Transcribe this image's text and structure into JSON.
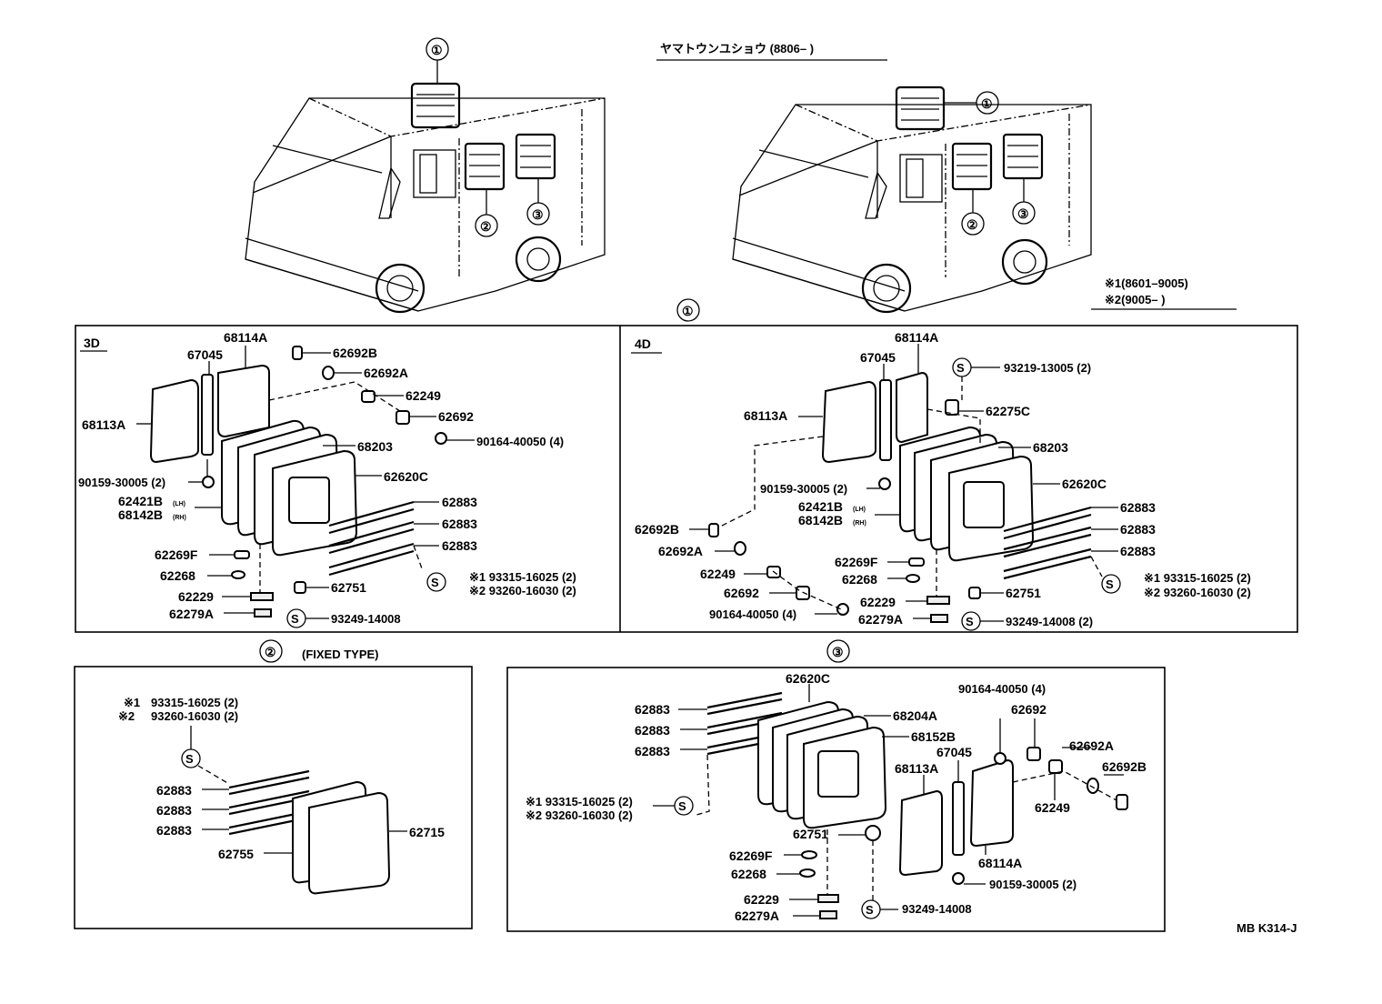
{
  "header": {
    "title": "ヤマトウンユショウ (8806–      )",
    "note1": "※1(8601–9005)",
    "note2": "※2(9005–        )",
    "footer_code": "MB K314-J"
  },
  "callouts": {
    "c1": "①",
    "c2": "②",
    "c3": "③",
    "s": "S"
  },
  "section1": {
    "callout": "①",
    "sub3d": {
      "tag": "3D",
      "labels": [
        "68114A",
        "67045",
        "68113A",
        "62692B",
        "62692A",
        "62249",
        "62692",
        "90164-40050 (4)",
        "68203",
        "62620C",
        "90159-30005 (2)",
        "62421B",
        "(LH)",
        "68142B",
        "(RH)",
        "62883",
        "62883",
        "62883",
        "62269F",
        "62268",
        "62751",
        "※1 93315-16025 (2)",
        "※2 93260-16030 (2)",
        "62229",
        "62279A",
        "93249-14008"
      ]
    },
    "sub4d": {
      "tag": "4D",
      "labels": [
        "68114A",
        "67045",
        "93219-13005 (2)",
        "68113A",
        "62275C",
        "68203",
        "90159-30005 (2)",
        "62620C",
        "62421B",
        "(LH)",
        "68142B",
        "(RH)",
        "62883",
        "62883",
        "62883",
        "62692B",
        "62692A",
        "62249",
        "62692",
        "90164-40050 (4)",
        "62269F",
        "62268",
        "62229",
        "62279A",
        "62751",
        "※1 93315-16025 (2)",
        "※2 93260-16030 (2)",
        "93249-14008 (2)"
      ]
    }
  },
  "section2": {
    "callout": "②",
    "title": "(FIXED TYPE)",
    "labels": [
      "※1",
      "93315-16025 (2)",
      "※2",
      "93260-16030 (2)",
      "62883",
      "62883",
      "62883",
      "62755",
      "62715"
    ]
  },
  "section3": {
    "callout": "③",
    "labels": [
      "62620C",
      "62883",
      "62883",
      "62883",
      "68204A",
      "68152B",
      "90164-40050 (4)",
      "62692",
      "62692A",
      "62692B",
      "67045",
      "68113A",
      "62249",
      "※1 93315-16025 (2)",
      "※2 93260-16030 (2)",
      "62751",
      "62269F",
      "62268",
      "62229",
      "62279A",
      "68114A",
      "90159-30005 (2)",
      "93249-14008"
    ]
  }
}
